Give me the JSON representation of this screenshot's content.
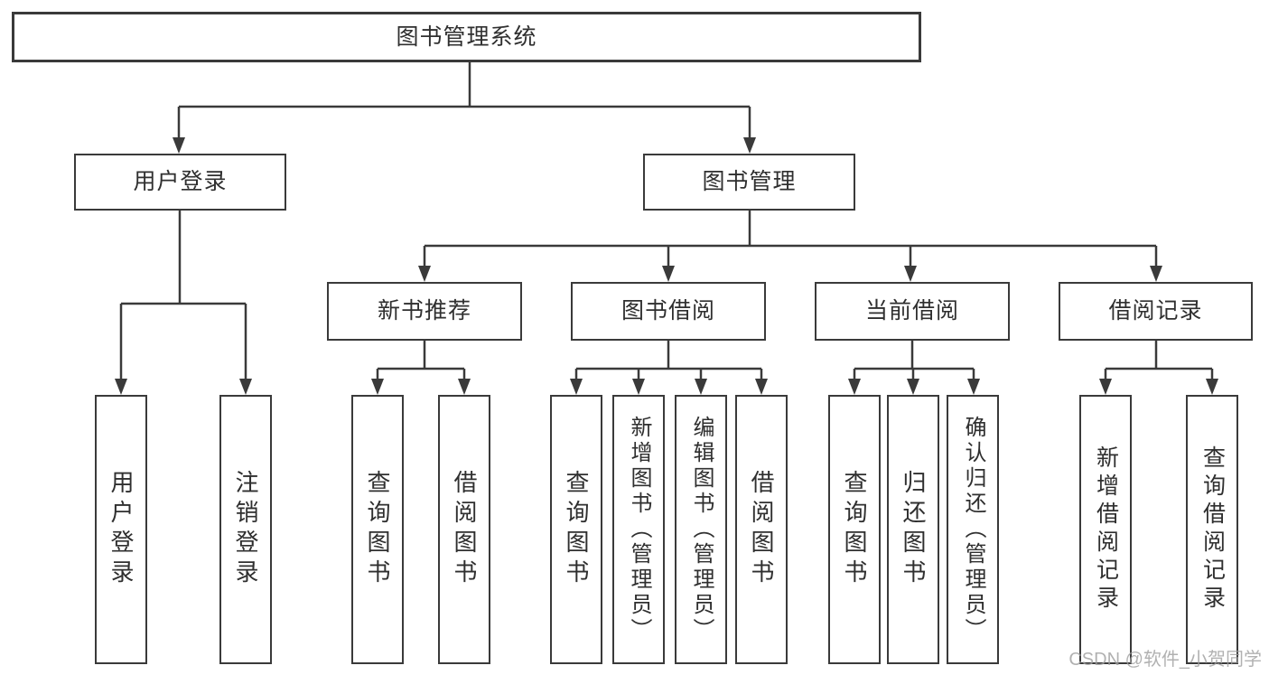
{
  "diagram_type": "hierarchy-structure-chart",
  "tree": {
    "label": "图书管理系统",
    "children": [
      {
        "label": "用户登录",
        "children": [
          {
            "label": "用户登录"
          },
          {
            "label": "注销登录"
          }
        ]
      },
      {
        "label": "图书管理",
        "children": [
          {
            "label": "新书推荐",
            "children": [
              {
                "label": "查询图书"
              },
              {
                "label": "借阅图书"
              }
            ]
          },
          {
            "label": "图书借阅",
            "children": [
              {
                "label": "查询图书"
              },
              {
                "label": "新增图书（管理员）"
              },
              {
                "label": "编辑图书（管理员）"
              },
              {
                "label": "借阅图书"
              }
            ]
          },
          {
            "label": "当前借阅",
            "children": [
              {
                "label": "查询图书"
              },
              {
                "label": "归还图书"
              },
              {
                "label": "确认归还（管理员）"
              }
            ]
          },
          {
            "label": "借阅记录",
            "children": [
              {
                "label": "新增借阅记录"
              },
              {
                "label": "查询借阅记录"
              }
            ]
          }
        ]
      }
    ]
  },
  "watermark": {
    "text": "CSDN @软件_小贺同学"
  },
  "colors": {
    "line": "#3a3a3a",
    "box_border": "#3a3a3a",
    "text": "#2f2f2f",
    "watermark_text": "#9e9e9e",
    "background": "#ffffff"
  }
}
